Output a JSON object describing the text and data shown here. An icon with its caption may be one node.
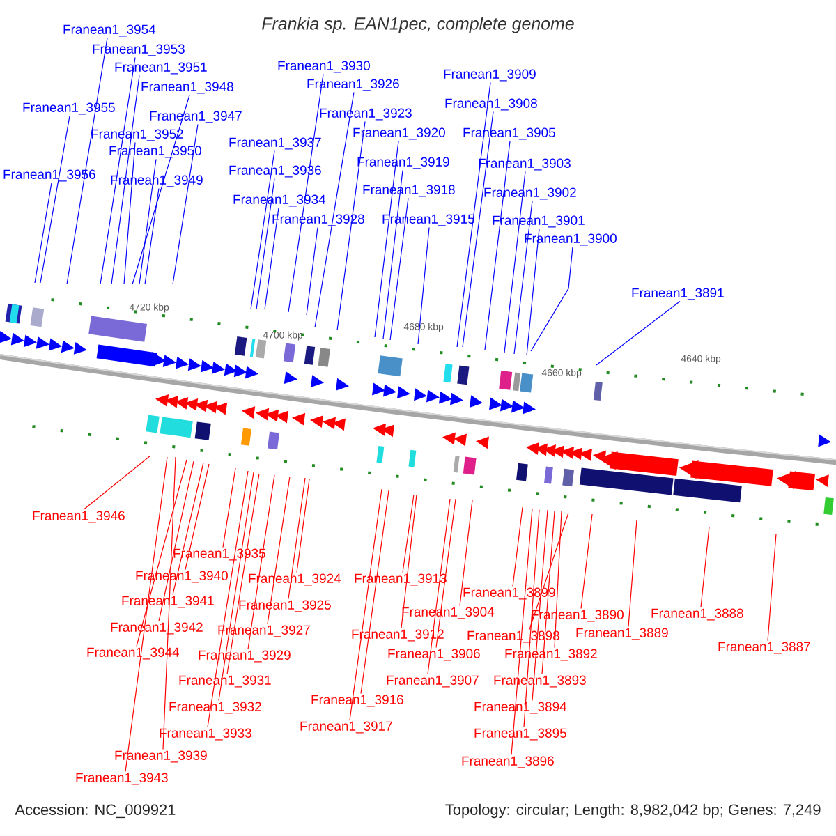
{
  "diagram": {
    "title": "Frankia sp. EAN1pec, complete genome",
    "nodes": [
      {
        "text": [
          "Franean1_3956"
        ]
      },
      {
        "text": [
          "Franean1_3955"
        ]
      },
      {
        "text": [
          "Franean1_3954"
        ]
      },
      {
        "text": [
          "Franean1_3953"
        ]
      },
      {
        "text": [
          "Franean1_3951"
        ]
      },
      {
        "text": [
          "Franean1_3952"
        ]
      },
      {
        "text": [
          "Franean1_3948"
        ]
      },
      {
        "text": [
          "Franean1_3950"
        ]
      },
      {
        "text": [
          "Franean1_3949"
        ]
      },
      {
        "text": [
          "Franean1_3947"
        ]
      },
      {
        "text": [
          "Franean1_3937"
        ]
      },
      {
        "text": [
          "Franean1_3936"
        ]
      },
      {
        "text": [
          "Franean1_3934"
        ]
      },
      {
        "text": [
          "Franean1_3930"
        ]
      },
      {
        "text": [
          "Franean1_3928"
        ]
      },
      {
        "text": [
          "Franean1_3926"
        ]
      },
      {
        "text": [
          "Franean1_3923"
        ]
      },
      {
        "text": [
          "Franean1_3920"
        ]
      },
      {
        "text": [
          "Franean1_3919"
        ]
      },
      {
        "text": [
          "Franean1_3918"
        ]
      },
      {
        "text": [
          "Franean1_3915"
        ]
      },
      {
        "text": [
          "Franean1_3909"
        ]
      },
      {
        "text": [
          "Franean1_3908"
        ]
      },
      {
        "text": [
          "Franean1_3905"
        ]
      },
      {
        "text": [
          "Franean1_3903"
        ]
      },
      {
        "text": [
          "Franean1_3902"
        ]
      },
      {
        "text": [
          "Franean1_3901"
        ]
      },
      {
        "text": [
          "Franean1_3900"
        ]
      },
      {
        "text": [
          "Franean1_3891"
        ]
      },
      {
        "text": [
          "Franean1_3946"
        ]
      },
      {
        "text": [
          "Franean1_3943"
        ]
      },
      {
        "text": [
          "Franean1_3939"
        ]
      },
      {
        "text": [
          "Franean1_3944"
        ]
      },
      {
        "text": [
          "Franean1_3942"
        ]
      },
      {
        "text": [
          "Franean1_3941"
        ]
      },
      {
        "text": [
          "Franean1_3940"
        ]
      },
      {
        "text": [
          "Franean1_3935"
        ]
      },
      {
        "text": [
          "Franean1_3933"
        ]
      },
      {
        "text": [
          "Franean1_3932"
        ]
      },
      {
        "text": [
          "Franean1_3931"
        ]
      },
      {
        "text": [
          "Franean1_3929"
        ]
      },
      {
        "text": [
          "Franean1_3927"
        ]
      },
      {
        "text": [
          "Franean1_3925"
        ]
      },
      {
        "text": [
          "Franean1_3924"
        ]
      },
      {
        "text": [
          "Franean1_3917"
        ]
      },
      {
        "text": [
          "Franean1_3916"
        ]
      },
      {
        "text": [
          "Franean1_3913"
        ]
      },
      {
        "text": [
          "Franean1_3912"
        ]
      },
      {
        "text": [
          "Franean1_3907"
        ]
      },
      {
        "text": [
          "Franean1_3906"
        ]
      },
      {
        "text": [
          "Franean1_3904"
        ]
      },
      {
        "text": [
          "Franean1_3899"
        ]
      },
      {
        "text": [
          "Franean1_3898"
        ]
      },
      {
        "text": [
          "Franean1_3896"
        ]
      },
      {
        "text": [
          "Franean1_3895"
        ]
      },
      {
        "text": [
          "Franean1_3894"
        ]
      },
      {
        "text": [
          "Franean1_3893"
        ]
      },
      {
        "text": [
          "Franean1_3892"
        ]
      },
      {
        "text": [
          "Franean1_3890"
        ]
      },
      {
        "text": [
          "Franean1_3889"
        ]
      },
      {
        "text": [
          "Franean1_3888"
        ]
      },
      {
        "text": [
          "Franean1_3887"
        ]
      }
    ],
    "edges": [
      {
        "from": 0,
        "to": null,
        "arrow": "none",
        "color": "#0000ff"
      },
      {
        "from": 1,
        "to": null,
        "arrow": "none",
        "color": "#0000ff"
      },
      {
        "from": 2,
        "to": null,
        "arrow": "none",
        "color": "#0000ff"
      },
      {
        "from": 3,
        "to": null,
        "arrow": "none",
        "color": "#0000ff"
      },
      {
        "from": 4,
        "to": null,
        "arrow": "none",
        "color": "#0000ff"
      },
      {
        "from": 5,
        "to": null,
        "arrow": "none",
        "color": "#0000ff"
      },
      {
        "from": 6,
        "to": null,
        "arrow": "none",
        "color": "#0000ff"
      },
      {
        "from": 7,
        "to": null,
        "arrow": "none",
        "color": "#0000ff"
      },
      {
        "from": 8,
        "to": null,
        "arrow": "none",
        "color": "#0000ff"
      },
      {
        "from": 9,
        "to": null,
        "arrow": "none",
        "color": "#0000ff"
      },
      {
        "from": 10,
        "to": null,
        "arrow": "none",
        "color": "#0000ff"
      },
      {
        "from": 11,
        "to": null,
        "arrow": "none",
        "color": "#0000ff"
      },
      {
        "from": 12,
        "to": null,
        "arrow": "none",
        "color": "#0000ff"
      },
      {
        "from": 13,
        "to": null,
        "arrow": "none",
        "color": "#0000ff"
      },
      {
        "from": 14,
        "to": null,
        "arrow": "none",
        "color": "#0000ff"
      },
      {
        "from": 15,
        "to": null,
        "arrow": "none",
        "color": "#0000ff"
      },
      {
        "from": 16,
        "to": null,
        "arrow": "none",
        "color": "#0000ff"
      },
      {
        "from": 17,
        "to": null,
        "arrow": "none",
        "color": "#0000ff"
      },
      {
        "from": 18,
        "to": null,
        "arrow": "none",
        "color": "#0000ff"
      },
      {
        "from": 19,
        "to": null,
        "arrow": "none",
        "color": "#0000ff"
      },
      {
        "from": 20,
        "to": null,
        "arrow": "none",
        "color": "#0000ff"
      },
      {
        "from": 21,
        "to": null,
        "arrow": "none",
        "color": "#0000ff"
      },
      {
        "from": 22,
        "to": null,
        "arrow": "none",
        "color": "#0000ff"
      },
      {
        "from": 23,
        "to": null,
        "arrow": "none",
        "color": "#0000ff"
      },
      {
        "from": 24,
        "to": null,
        "arrow": "none",
        "color": "#0000ff"
      },
      {
        "from": 25,
        "to": null,
        "arrow": "none",
        "color": "#0000ff"
      },
      {
        "from": 26,
        "to": null,
        "arrow": "none",
        "color": "#0000ff"
      },
      {
        "from": 27,
        "to": null,
        "arrow": "none",
        "color": "#0000ff"
      },
      {
        "from": 28,
        "to": null,
        "arrow": "none",
        "color": "#0000ff"
      },
      {
        "from": 29,
        "to": null,
        "arrow": "none"
      },
      {
        "from": 30,
        "to": null,
        "arrow": "none"
      },
      {
        "from": 31,
        "to": null,
        "arrow": "none"
      },
      {
        "from": 32,
        "to": null,
        "arrow": "none"
      },
      {
        "from": 33,
        "to": null,
        "arrow": "none"
      },
      {
        "from": 34,
        "to": null,
        "arrow": "none"
      },
      {
        "from": 35,
        "to": null,
        "arrow": "none"
      },
      {
        "from": 36,
        "to": null,
        "arrow": "none"
      },
      {
        "from": 37,
        "to": null,
        "arrow": "none"
      },
      {
        "from": 38,
        "to": null,
        "arrow": "none"
      },
      {
        "from": 39,
        "to": null,
        "arrow": "none"
      },
      {
        "from": 40,
        "to": null,
        "arrow": "none"
      },
      {
        "from": 41,
        "to": null,
        "arrow": "none"
      },
      {
        "from": 42,
        "to": null,
        "arrow": "none"
      },
      {
        "from": 43,
        "to": null,
        "arrow": "none"
      },
      {
        "from": 44,
        "to": null,
        "arrow": "none"
      },
      {
        "from": 45,
        "to": null,
        "arrow": "none"
      },
      {
        "from": 46,
        "to": null,
        "arrow": "none"
      },
      {
        "from": 47,
        "to": null,
        "arrow": "none"
      },
      {
        "from": 48,
        "to": null,
        "arrow": "none"
      },
      {
        "from": 49,
        "to": null,
        "arrow": "none"
      },
      {
        "from": 50,
        "to": null,
        "arrow": "none"
      },
      {
        "from": 51,
        "to": null,
        "arrow": "none"
      },
      {
        "from": 52,
        "to": null,
        "arrow": "none"
      },
      {
        "from": 53,
        "to": null,
        "arrow": "none"
      },
      {
        "from": 54,
        "to": null,
        "arrow": "none"
      },
      {
        "from": 55,
        "to": null,
        "arrow": "none"
      },
      {
        "from": 56,
        "to": null,
        "arrow": "none"
      },
      {
        "from": 57,
        "to": null,
        "arrow": "none"
      },
      {
        "from": 58,
        "to": null,
        "arrow": "none"
      },
      {
        "from": 59,
        "to": null,
        "arrow": "none"
      },
      {
        "from": 60,
        "to": null,
        "arrow": "none"
      },
      {
        "from": 61,
        "to": null,
        "arrow": "none"
      }
    ],
    "labels": [
      "4720 kbp",
      "4700 kbp",
      "4680 kbp",
      "4660 kbp",
      "4640 kbp",
      "Accession: NC_009921",
      "Topology: circular; Length: 8,982,042 bp; Genes: 7,249"
    ]
  }
}
